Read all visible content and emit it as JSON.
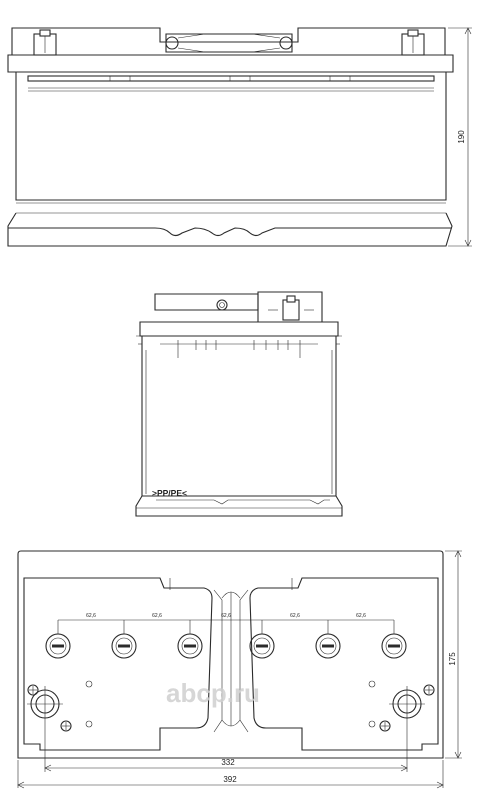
{
  "dimensions": {
    "height": "190",
    "depth": "175",
    "terminal_spacing": "332",
    "length": "392"
  },
  "cell_pitch_labels": [
    "62,6",
    "62,6",
    "62,6",
    "62,6",
    "62,6"
  ],
  "material_mark": ">PP/PE<",
  "watermark": "abcp.ru"
}
